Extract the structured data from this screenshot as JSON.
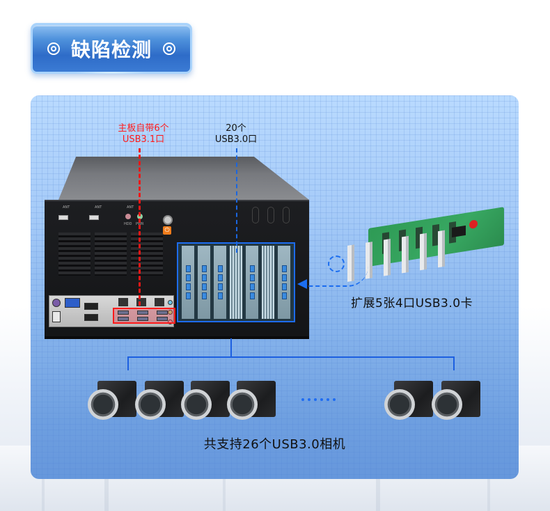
{
  "header": {
    "title": "缺陷检测",
    "left_icon": "bullseye-icon",
    "right_icon": "bullseye-icon"
  },
  "diagram": {
    "onboard_label": {
      "line1": "主板自带6个",
      "line2": "USB3.1口",
      "color": "#ff1a1a"
    },
    "expansion_label": {
      "line1": "20个",
      "line2": "USB3.0口",
      "color": "#111111"
    },
    "card_label": "扩展5张4口USB3.0卡",
    "summary_label": "共支持26个USB3.0相机",
    "ellipsis": "......",
    "chassis": {
      "front_labels": [
        "ANT",
        "ANT",
        "ANT",
        "HDD",
        "PWR"
      ],
      "onboard_usb_ports": 6,
      "expansion_slots": 7,
      "expansion_cards": 5
    },
    "cameras_shown": 6,
    "colors": {
      "panel_top": "#b9dafe",
      "panel_bottom": "#6697dc",
      "line_blue": "#1c5fe0",
      "highlight_red": "#ff1a1a",
      "power_orange": "#f07c1b"
    }
  }
}
